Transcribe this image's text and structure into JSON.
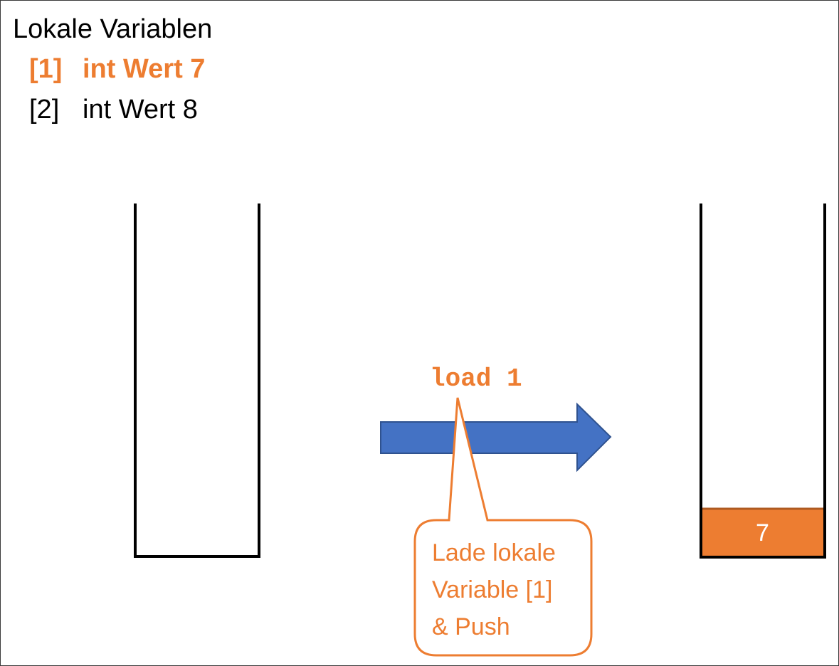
{
  "locals": {
    "title": "Lokale Variablen",
    "entries": [
      {
        "index": "[1]",
        "text": "int Wert 7",
        "highlighted": true
      },
      {
        "index": "[2]",
        "text": "int Wert 8",
        "highlighted": false
      }
    ]
  },
  "operation": {
    "instruction": "load 1",
    "callout_lines": [
      "Lade lokale",
      "Variable [1]",
      "& Push"
    ]
  },
  "stack_after": {
    "items": [
      "7"
    ]
  },
  "colors": {
    "accent": "#ed7d31",
    "accent_border": "#ae5a21",
    "arrow_fill": "#4472c4",
    "arrow_border": "#2f528f",
    "outline": "#000000"
  }
}
